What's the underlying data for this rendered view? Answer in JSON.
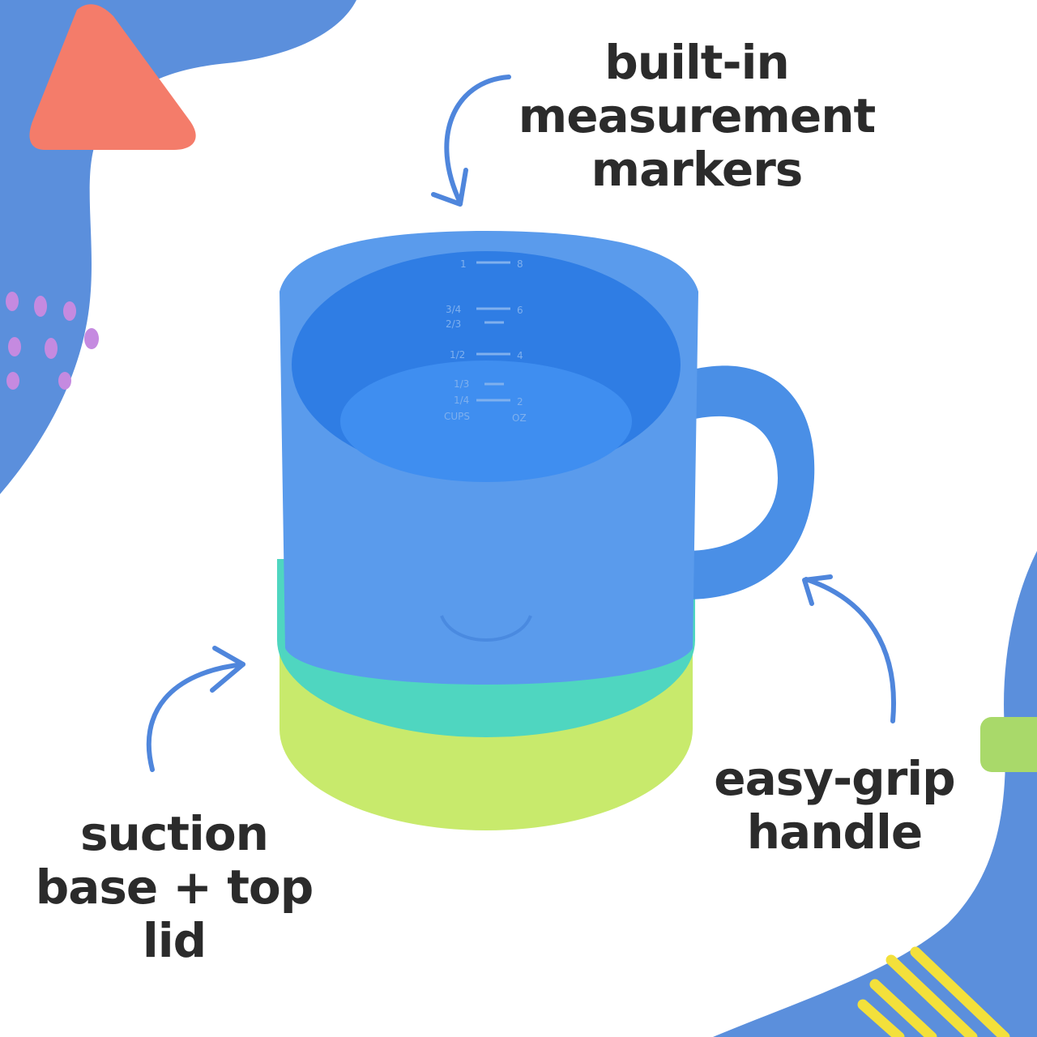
{
  "colors": {
    "background": "#ffffff",
    "blob_blue": "#5b8fdc",
    "triangle": "#f47c6a",
    "dots": "#c58ae0",
    "lime": "#a9d96a",
    "stripes": "#f3e03b",
    "cup": "#4a8fe6",
    "lid": "#4fd6c0",
    "base": "#c8ea6c",
    "arrow": "#4f86dc",
    "text": "#2b2b2b"
  },
  "callouts": {
    "measurement": [
      "built-in",
      "measurement",
      "markers"
    ],
    "handle": [
      "easy-grip",
      "handle"
    ],
    "suction": [
      "suction",
      "base + top",
      "lid"
    ]
  },
  "cup_markings": {
    "cups": [
      "1",
      "3/4",
      "2/3",
      "1/2",
      "1/3",
      "1/4",
      "CUPS"
    ],
    "oz": [
      "8",
      "6",
      "4",
      "2",
      "OZ"
    ]
  }
}
